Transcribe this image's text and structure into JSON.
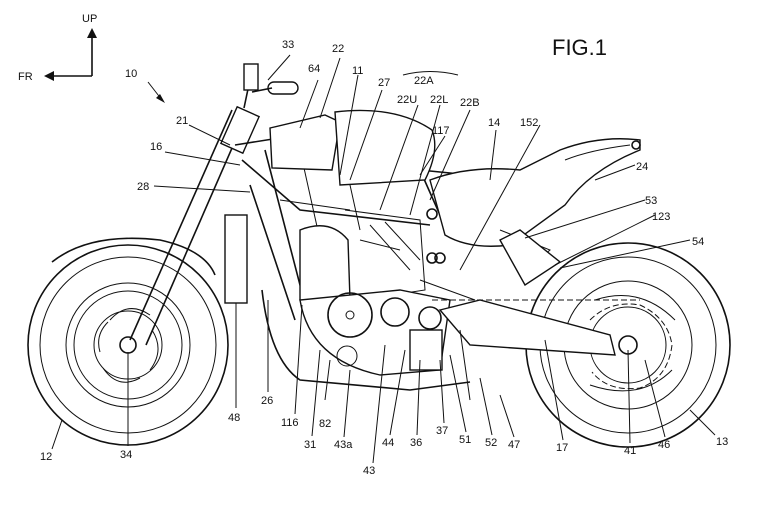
{
  "figure": {
    "title": "FIG.1"
  },
  "axes": {
    "up": "UP",
    "front": "FR"
  },
  "labels": [
    {
      "id": "33",
      "text": "33"
    },
    {
      "id": "22",
      "text": "22"
    },
    {
      "id": "64",
      "text": "64"
    },
    {
      "id": "10",
      "text": "10"
    },
    {
      "id": "11",
      "text": "11"
    },
    {
      "id": "27",
      "text": "27"
    },
    {
      "id": "22A",
      "text": "22A"
    },
    {
      "id": "22U",
      "text": "22U"
    },
    {
      "id": "22L",
      "text": "22L"
    },
    {
      "id": "22B",
      "text": "22B"
    },
    {
      "id": "14",
      "text": "14"
    },
    {
      "id": "152",
      "text": "152"
    },
    {
      "id": "21",
      "text": "21"
    },
    {
      "id": "117",
      "text": "117"
    },
    {
      "id": "16",
      "text": "16"
    },
    {
      "id": "24",
      "text": "24"
    },
    {
      "id": "28",
      "text": "28"
    },
    {
      "id": "53",
      "text": "53"
    },
    {
      "id": "123",
      "text": "123"
    },
    {
      "id": "54",
      "text": "54"
    },
    {
      "id": "48",
      "text": "48"
    },
    {
      "id": "26",
      "text": "26"
    },
    {
      "id": "116",
      "text": "116"
    },
    {
      "id": "82",
      "text": "82"
    },
    {
      "id": "12",
      "text": "12"
    },
    {
      "id": "31",
      "text": "31"
    },
    {
      "id": "43a",
      "text": "43a"
    },
    {
      "id": "44",
      "text": "44"
    },
    {
      "id": "36",
      "text": "36"
    },
    {
      "id": "37",
      "text": "37"
    },
    {
      "id": "51",
      "text": "51"
    },
    {
      "id": "52",
      "text": "52"
    },
    {
      "id": "47",
      "text": "47"
    },
    {
      "id": "17",
      "text": "17"
    },
    {
      "id": "41",
      "text": "41"
    },
    {
      "id": "46",
      "text": "46"
    },
    {
      "id": "13",
      "text": "13"
    },
    {
      "id": "34",
      "text": "34"
    },
    {
      "id": "43",
      "text": "43"
    }
  ]
}
